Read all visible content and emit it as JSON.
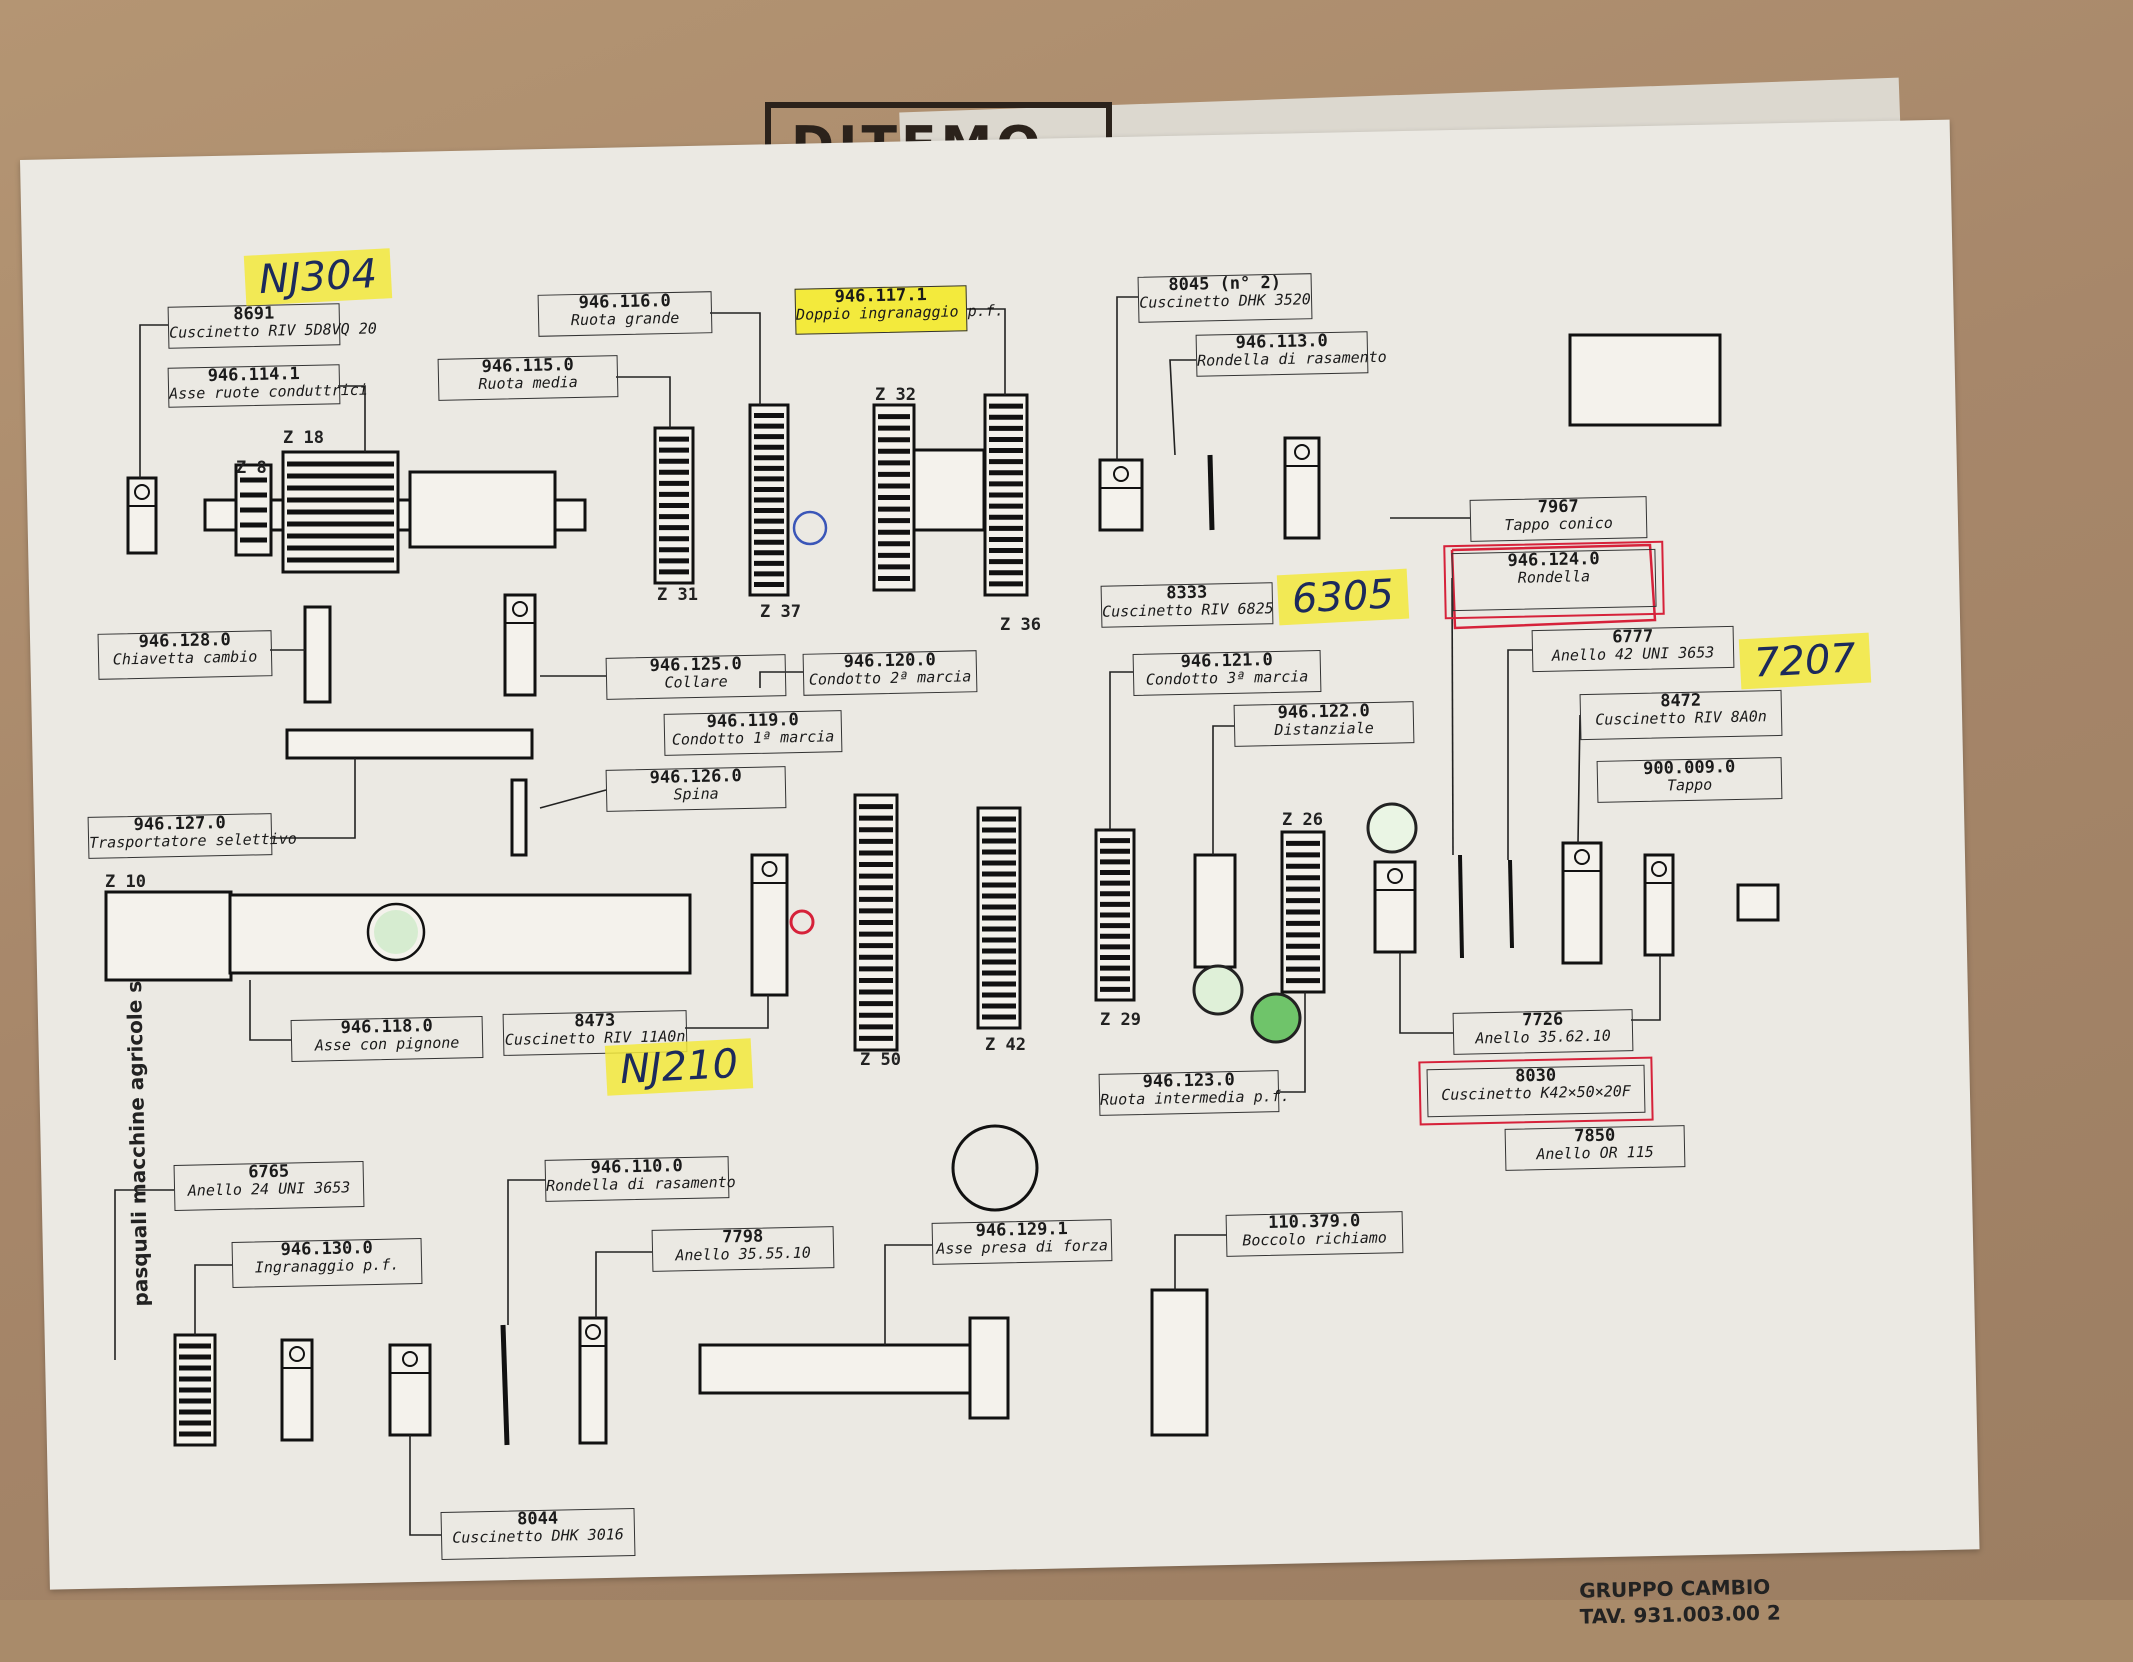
{
  "stamp": {
    "text": "DITEMO"
  },
  "sheet": {
    "company": "pasquali macchine agricole spa",
    "title": {
      "line1": "GRUPPO CAMBIO",
      "line2": "TAV. 931.003.00 2"
    }
  },
  "handwritten": [
    {
      "text": "NJ304",
      "yellow": true
    },
    {
      "text": "6305",
      "yellow": true
    },
    {
      "text": "7207",
      "yellow": true
    },
    {
      "text": "NJ210",
      "yellow": true
    }
  ],
  "parts": [
    {
      "code": "8691",
      "label": "Cuscinetto RIV 5D8VQ 20"
    },
    {
      "code": "946.114.1",
      "label": "Asse ruote conduttrici"
    },
    {
      "code": "946.116.0",
      "label": "Ruota grande"
    },
    {
      "code": "946.115.0",
      "label": "Ruota media"
    },
    {
      "code": "946.117.1",
      "label": "Doppio ingranaggio p.f.",
      "highlight": true
    },
    {
      "code": "8045 (n° 2)",
      "label": "Cuscinetto DHK 3520"
    },
    {
      "code": "946.113.0",
      "label": "Rondella di rasamento"
    },
    {
      "code": "7967",
      "label": "Tappo conico"
    },
    {
      "code": "946.124.0",
      "label": "Rondella",
      "red": true
    },
    {
      "code": "8333",
      "label": "Cuscinetto RIV 6825"
    },
    {
      "code": "6777",
      "label": "Anello 42 UNI 3653"
    },
    {
      "code": "946.128.0",
      "label": "Chiavetta cambio"
    },
    {
      "code": "946.125.0",
      "label": "Collare"
    },
    {
      "code": "946.120.0",
      "label": "Condotto 2ª marcia"
    },
    {
      "code": "946.121.0",
      "label": "Condotto 3ª marcia"
    },
    {
      "code": "946.119.0",
      "label": "Condotto 1ª marcia"
    },
    {
      "code": "946.122.0",
      "label": "Distanziale"
    },
    {
      "code": "8472",
      "label": "Cuscinetto RIV 8A0n"
    },
    {
      "code": "946.126.0",
      "label": "Spina"
    },
    {
      "code": "900.009.0",
      "label": "Tappo"
    },
    {
      "code": "946.127.0",
      "label": "Trasportatore selettivo"
    },
    {
      "code": "946.118.0",
      "label": "Asse con pignone"
    },
    {
      "code": "8473",
      "label": "Cuscinetto RIV 11A0n"
    },
    {
      "code": "7726",
      "label": "Anello 35.62.10"
    },
    {
      "code": "8030",
      "label": "Cuscinetto K42×50×20F",
      "red": true
    },
    {
      "code": "946.123.0",
      "label": "Ruota intermedia p.f."
    },
    {
      "code": "7850",
      "label": "Anello OR 115"
    },
    {
      "code": "6765",
      "label": "Anello 24 UNI 3653"
    },
    {
      "code": "946.110.0",
      "label": "Rondella di rasamento"
    },
    {
      "code": "946.130.0",
      "label": "Ingranaggio p.f."
    },
    {
      "code": "7798",
      "label": "Anello 35.55.10"
    },
    {
      "code": "946.129.1",
      "label": "Asse presa di forza"
    },
    {
      "code": "110.379.0",
      "label": "Boccolo richiamo"
    },
    {
      "code": "8044",
      "label": "Cuscinetto DHK 3016"
    }
  ],
  "gear_labels": [
    "Z 18",
    "Z 8",
    "Z 31",
    "Z 37",
    "Z 32",
    "Z 36",
    "Z 10",
    "Z 50",
    "Z 42",
    "Z 29",
    "Z 26"
  ]
}
